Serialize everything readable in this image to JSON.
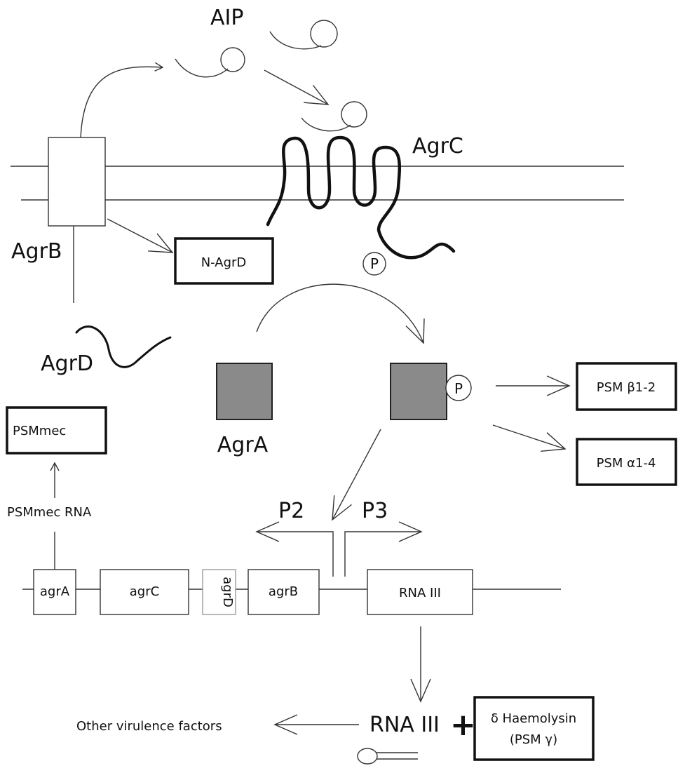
{
  "labels": {
    "aip": "AIP",
    "agrc": "AgrC",
    "agrb": "AgrB",
    "agrd": "AgrD",
    "agra": "AgrA",
    "n_agrd": "N-AgrD",
    "psm_beta": "PSM β1-2",
    "psm_alpha": "PSM α1-4",
    "psmmec": "PSMmec",
    "psmmec_rna": "PSMmec RNA",
    "p2": "P2",
    "p3": "P3",
    "phospho": "P",
    "rna3_product": "RNA III",
    "plus": "+",
    "delta_line1": "δ Haemolysin",
    "delta_line2": "(PSM γ)",
    "other_virulence": "Other virulence factors"
  },
  "genes": {
    "agrA": "agrA",
    "agrC": "agrC",
    "agrD": "agrD",
    "agrB": "agrB",
    "rna3": "RNA III"
  },
  "colors": {
    "line": "#333333",
    "agra_fill": "#8a8a8a",
    "text": "#111111"
  }
}
